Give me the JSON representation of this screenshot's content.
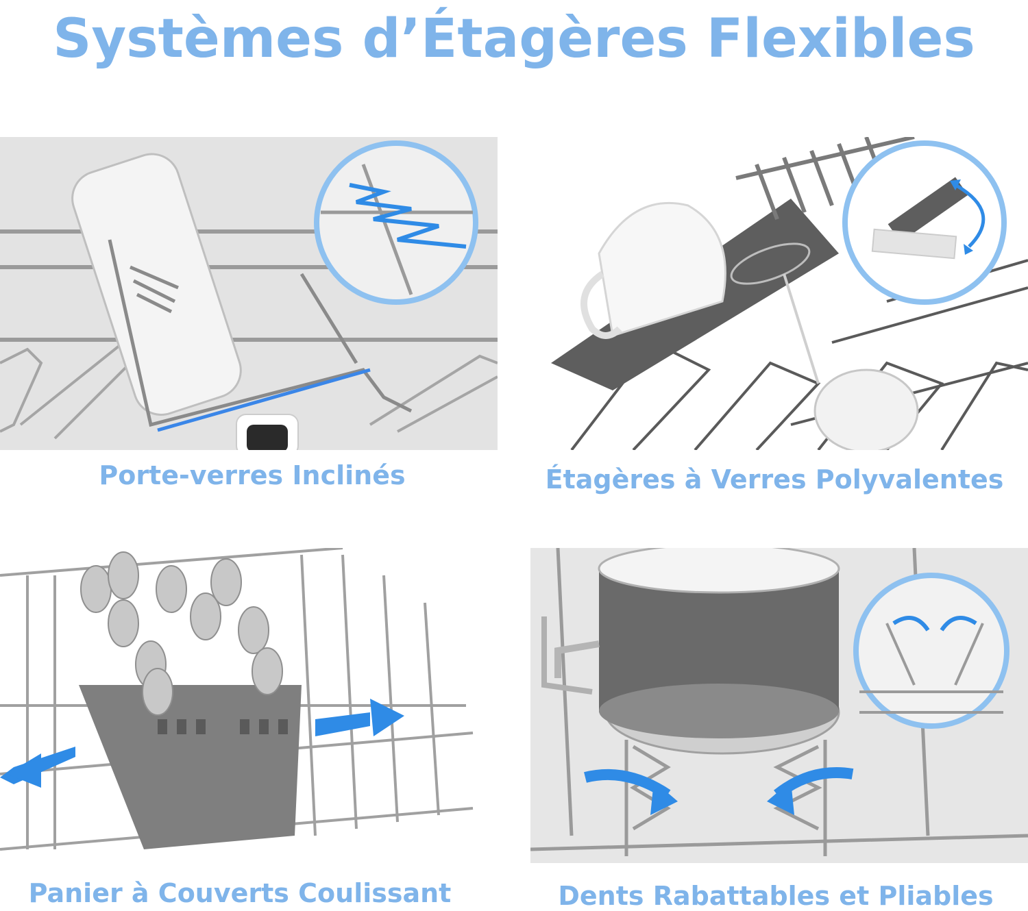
{
  "title": "Systèmes d’Étagères Flexibles",
  "colors": {
    "accent": "#7fb4ea",
    "highlight": "#2f8be6",
    "rack": "#8c8c8c",
    "dark_rack": "#555555"
  },
  "features": [
    {
      "caption": "Porte-verres Inclinés",
      "icon": "tilted-glass-holder-illustration"
    },
    {
      "caption": "Étagères à Verres Polyvalentes",
      "icon": "foldable-glass-shelf-illustration"
    },
    {
      "caption": "Panier à Couverts Coulissant",
      "icon": "sliding-cutlery-basket-illustration"
    },
    {
      "caption": "Dents Rabattables et Pliables",
      "icon": "folding-tines-illustration"
    }
  ]
}
